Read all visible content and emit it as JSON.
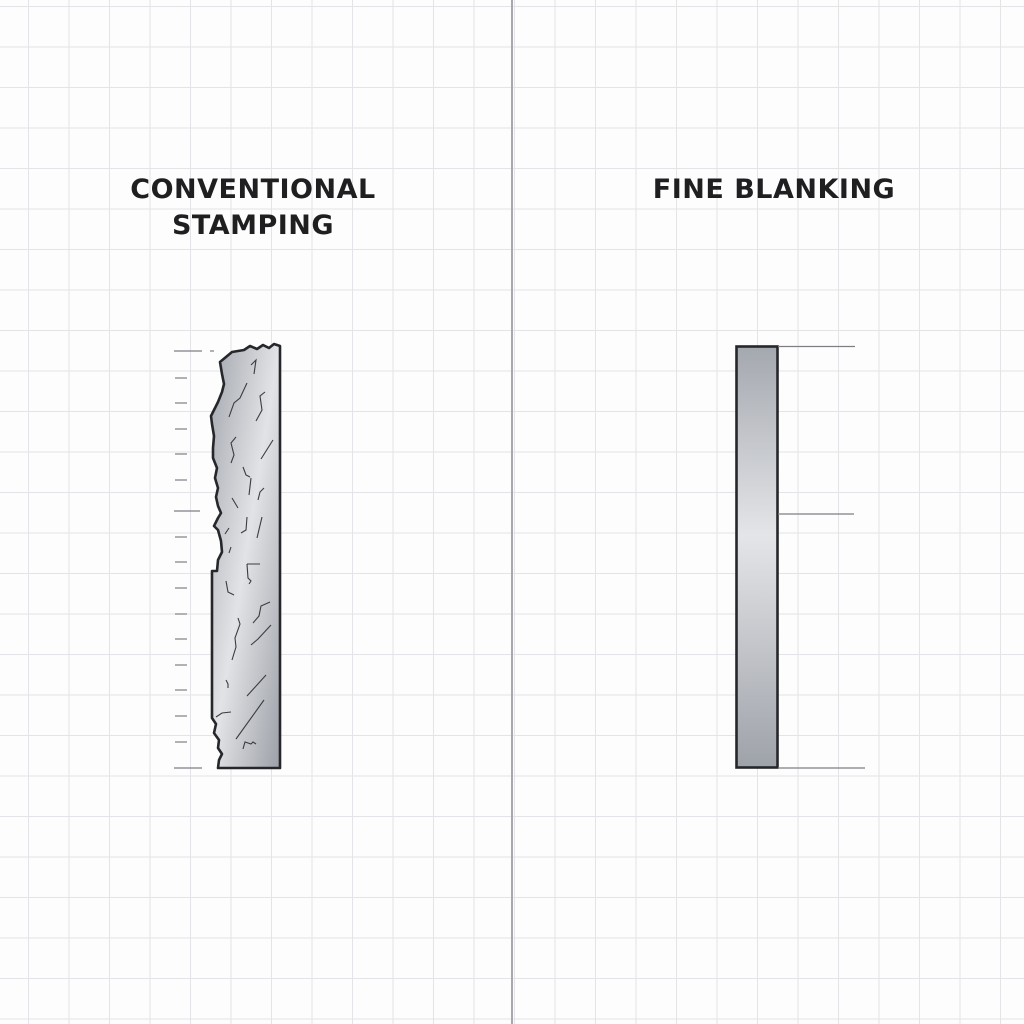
{
  "panels": [
    {
      "title_line1": "CONVENTIONAL",
      "title_line2": "STAMPING",
      "edge_description": "rough fractured edge with tick marks"
    },
    {
      "title": "FINE BLANKING",
      "edge_description": "smooth straight sheared edge"
    }
  ],
  "colors": {
    "outline": "#25272b",
    "fill_dark": "#9ea2a9",
    "fill_light": "#e6e7ea",
    "grid": "#e4e4e8",
    "divider": "#a8a8ac"
  }
}
